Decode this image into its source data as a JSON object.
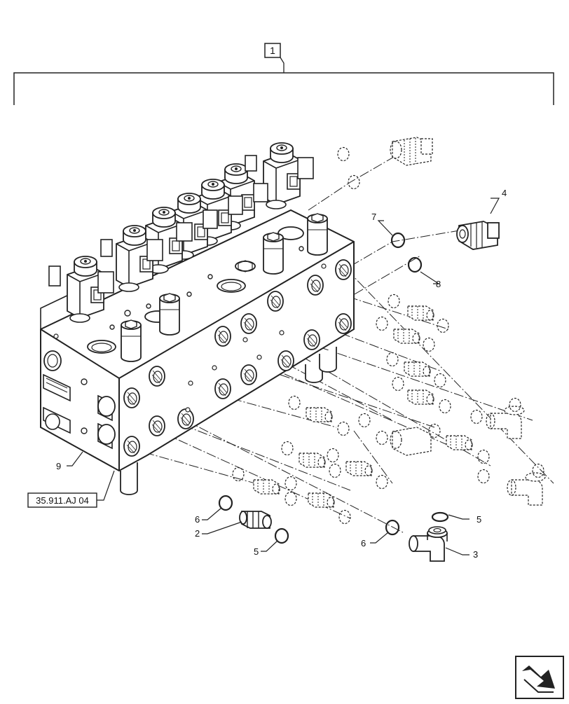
{
  "diagram": {
    "assembly_callout": "1",
    "callouts": {
      "fitting_2": "2",
      "elbow_3": "3",
      "fitting_4": "4",
      "oring_5_upper": "5",
      "oring_5_lower": "5",
      "oring_6_left": "6",
      "oring_6_right": "6",
      "oring_7": "7",
      "oring_8": "8",
      "valve_block_9": "9"
    },
    "reference_label": "35.911.AJ 04"
  }
}
